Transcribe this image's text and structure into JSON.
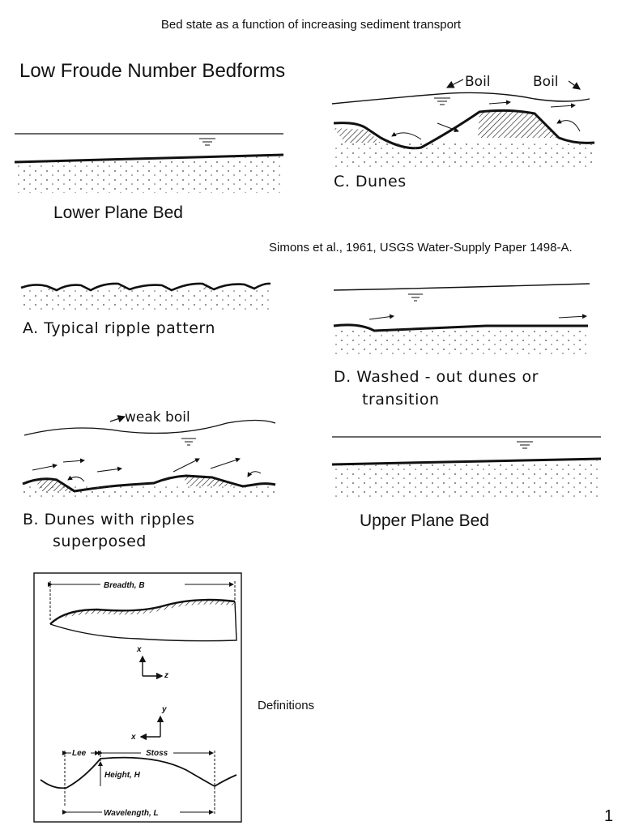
{
  "page_title": "Bed state as a function of increasing sediment transport",
  "heading": "Low Froude Number Bedforms",
  "citation": "Simons et al., 1961, USGS Water-Supply Paper 1498-A.",
  "panels": {
    "lower_plane": "Lower Plane Bed",
    "a": "A. Typical ripple pattern",
    "b_line1": "B. Dunes with ripples",
    "b_line2": "superposed",
    "c": "C. Dunes",
    "d_line1": "D. Washed - out dunes or",
    "d_line2": "transition",
    "upper_plane": "Upper Plane Bed"
  },
  "annotations": {
    "boil_1": "Boil",
    "boil_2": "Boil",
    "weak_boil": "weak boil"
  },
  "definitions_figure": {
    "breadth": "Breadth, B",
    "lee": "Lee",
    "stoss": "Stoss",
    "height": "Height, H",
    "wavelength": "Wavelength, L",
    "axis_x_top": "x",
    "axis_z": "z",
    "axis_y": "y",
    "axis_x_bottom": "x"
  },
  "definitions_label": "Definitions",
  "page_number": "1"
}
